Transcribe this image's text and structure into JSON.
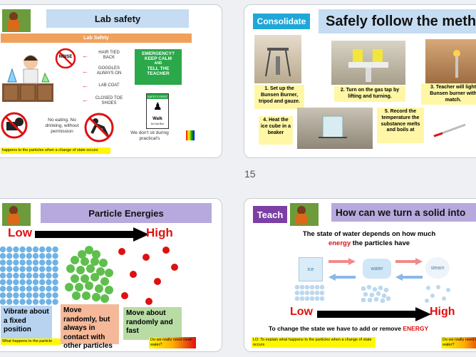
{
  "slides": {
    "lab_safety": {
      "title": "Lab safety",
      "banner": "Lab Safety",
      "labels": [
        "HAIR TIED BACK",
        "GOGGLES ALWAYS ON",
        "LAB COAT",
        "CLOSED TOE SHOES"
      ],
      "noise_sign": "NOISE",
      "emergency": [
        "EMERGENCY?",
        "KEEP CALM",
        "AND",
        "TELL THE",
        "TEACHER"
      ],
      "safety_first": "SAFETY FIRST",
      "walk_sign": [
        "Walk",
        "Do Not Run"
      ],
      "no_eating": "No eating. No drinking, without permission",
      "no_sitting": "We don't sit during practical's",
      "footer": "happens to the particles when a change of state occurs"
    },
    "consolidate": {
      "tag": "Consolidate",
      "title": "Safely follow the meth",
      "steps": [
        "1. Set up the Bunsen Burner, tripod and gauze.",
        "2. Turn on the gas tap by lifting and turning.",
        "3. Teacher will light Bunsen burner with match.",
        "4. Heat the ice cube in a beaker",
        "5. Record the temperature the substance melts and boils at"
      ]
    },
    "slide_number": "15",
    "particle_energies": {
      "title": "Particle Energies",
      "low": "Low",
      "high": "High",
      "boxes": [
        "Vibrate about a fixed position",
        "Move randomly, but always in contact with other particles",
        "Move about randomly and fast"
      ],
      "footer": "What happens to the particle",
      "footer_right": "Do we really need clean water?"
    },
    "teach": {
      "tag": "Teach",
      "title": "How can we turn a solid into",
      "line1": "The state of water depends on how much",
      "line2_energy": "energy",
      "line2_rest": " the particles have",
      "states": [
        "ice",
        "water",
        "steam"
      ],
      "low": "Low",
      "high": "High",
      "bottom_text": "To change the state we have to add or remove ",
      "bottom_energy": "ENERGY",
      "footer_lo": "LO: To explain what happens to the particles when a change of state occurs",
      "footer_right": "Do we really need clean water?"
    }
  },
  "colors": {
    "title_bar": "#c5dcf2",
    "purple_bar": "#b7a9dd",
    "orange_banner": "#f1a05a",
    "red_text": "#e01010",
    "teal_tag": "#1fa7d8",
    "purple_tag": "#7b3fa5",
    "emergency_green": "#2aa84a"
  }
}
